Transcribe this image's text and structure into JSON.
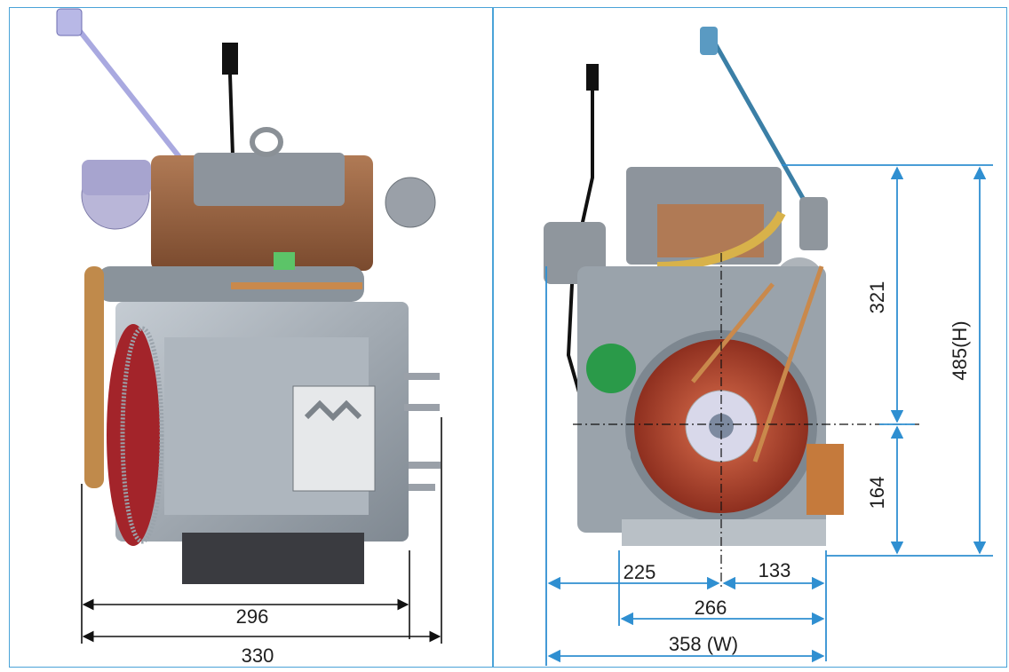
{
  "left_view": {
    "dims": {
      "inner_width": "296",
      "outer_width": "330"
    }
  },
  "right_view": {
    "dims": {
      "upper_height": "321",
      "total_height": "485(H)",
      "lower_height": "164",
      "left_offset": "225",
      "right_offset": "133",
      "mount_width": "266",
      "total_width": "358 (W)"
    }
  },
  "colors": {
    "panel_border": "#4aa3d8",
    "dimension_blue": "#2f8fd1",
    "dimension_black": "#111111",
    "flywheel_red": "#b5452f",
    "engine_gray": "#9aa3ab",
    "copper": "#c9894c"
  }
}
